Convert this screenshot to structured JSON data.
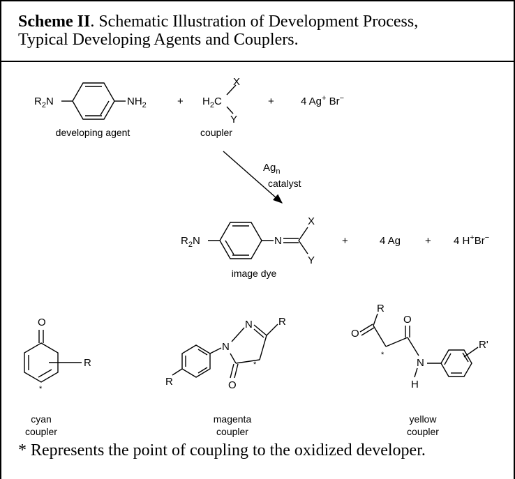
{
  "scheme": {
    "title_bold": "Scheme II",
    "title_rest": ".  Schematic Illustration of Development Process,",
    "title_line2": "Typical Developing Agents and Couplers."
  },
  "reaction": {
    "reagent1_left_group": "R",
    "reagent1_left_group_sub": "2",
    "reagent1_left_atom": "N",
    "reagent1_right_group": "NH",
    "reagent1_right_group_sub": "2",
    "reagent1_label": "developing agent",
    "plus": "+",
    "coupler_h": "H",
    "coupler_h_sub": "2",
    "coupler_c": "C",
    "coupler_x": "X",
    "coupler_y": "Y",
    "coupler_label": "coupler",
    "silver_salt_coef": "4 Ag",
    "silver_salt_charge": "+",
    "silver_salt_anion": " Br",
    "silver_salt_anion_charge": "−",
    "arrow_catalyst_symbol": "Ag",
    "arrow_catalyst_sub": "n",
    "arrow_catalyst_label": "catalyst",
    "product_left_group": "R",
    "product_left_group_sub": "2",
    "product_left_atom": "N",
    "product_imine": "N",
    "product_x": "X",
    "product_y": "Y",
    "product_label": "image dye",
    "silver_metal": "4 Ag",
    "acid_coef": "4 H",
    "acid_charge": "+",
    "acid_anion": "Br",
    "acid_anion_charge": "−"
  },
  "couplers": {
    "cyan": {
      "line1": "cyan",
      "line2": "coupler",
      "o": "O",
      "r": "R",
      "star": "*"
    },
    "magenta": {
      "line1": "magenta",
      "line2": "coupler",
      "n1": "N",
      "n2": "N",
      "r_ring": "R",
      "r_top": "R",
      "o": "O",
      "star": "*"
    },
    "yellow": {
      "line1": "yellow",
      "line2": "coupler",
      "o1": "O",
      "r_top": "R",
      "o2": "O",
      "n": "N",
      "h": "H",
      "r_prime": "R'",
      "star": "*"
    }
  },
  "footnote": "* Represents the point of coupling to the oxidized developer."
}
